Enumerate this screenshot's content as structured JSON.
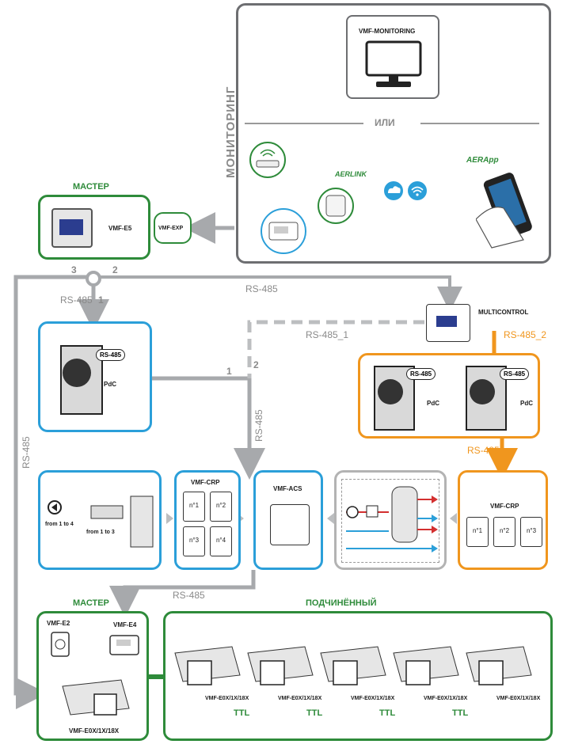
{
  "monitoring": {
    "vertical_label": "МОНИТОРИНГ",
    "vmf_monitoring": "VMF-MONITORING",
    "or_label": "ИЛИ",
    "aerlink": "AERLINK",
    "aerapp": "AERApp"
  },
  "master_top": {
    "title": "МАСТЕР",
    "device": "VMF-E5",
    "expander": "VMF-EXP"
  },
  "bus": {
    "node_numbers": [
      "3",
      "2",
      "1"
    ],
    "rs485_labels": [
      "RS-485",
      "RS-485",
      "RS-485_1",
      "RS-485_2",
      "RS-485",
      "RS-485",
      "RS-485",
      "RS-485"
    ],
    "line_numbers": [
      "1",
      "2"
    ]
  },
  "pdc_single": {
    "bubble": "RS-485",
    "label": "PdC"
  },
  "multicontrol": {
    "label": "MULTICONTROL"
  },
  "pdc_pair": [
    {
      "bubble": "RS-485",
      "label": "PdC"
    },
    {
      "bubble": "RS-485",
      "label": "PdC"
    }
  ],
  "crp_left": {
    "title": "VMF-CRP",
    "slots": [
      "n°1",
      "n°2",
      "n°3",
      "n°4"
    ]
  },
  "crp_right": {
    "title": "VMF-CRP",
    "slots": [
      "n°1",
      "n°2",
      "n°3"
    ]
  },
  "acs": {
    "title": "VMF-ACS"
  },
  "ventilation": {
    "from_1_4": "from 1 to 4",
    "from_1_3": "from 1 to 3"
  },
  "master_bottom": {
    "title": "МАСТЕР",
    "e2": "VMF-E2",
    "e4": "VMF-E4",
    "unit": "VMF-E0X/1X/18X"
  },
  "slave": {
    "title": "ПОДЧИНЁННЫЙ",
    "units": [
      "VMF-E0X/1X/18X",
      "VMF-E0X/1X/18X",
      "VMF-E0X/1X/18X",
      "VMF-E0X/1X/18X",
      "VMF-E0X/1X/18X"
    ],
    "ttl": [
      "TTL",
      "TTL",
      "TTL",
      "TTL"
    ]
  },
  "colors": {
    "green": "#2e8b3a",
    "blue": "#2b9fd9",
    "orange": "#f0961e",
    "gray": "#6d6e71",
    "light_gray": "#b3b3b3"
  }
}
